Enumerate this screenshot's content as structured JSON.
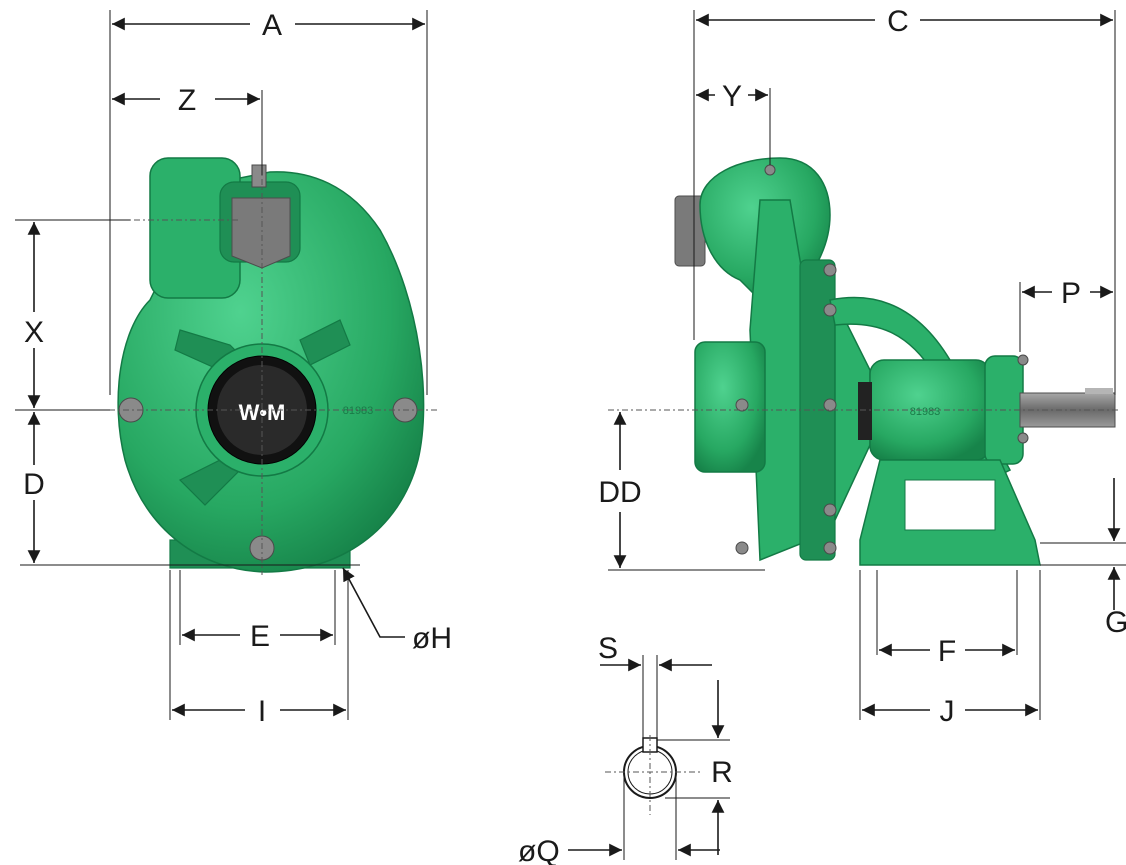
{
  "labels": {
    "A": "A",
    "Z": "Z",
    "X": "X",
    "D": "D",
    "E": "E",
    "I": "I",
    "H": "øH",
    "C": "C",
    "Y": "Y",
    "P": "P",
    "DD": "DD",
    "F": "F",
    "J": "J",
    "G": "G",
    "S": "S",
    "R": "R",
    "Q": "øQ"
  },
  "logo": "W•M",
  "casting_mark": "81983",
  "colors": {
    "pump_green": "#2bb06a",
    "pump_green_dark": "#1f8f55",
    "steel": "#7a7a7a",
    "line": "#1a1a1a"
  }
}
